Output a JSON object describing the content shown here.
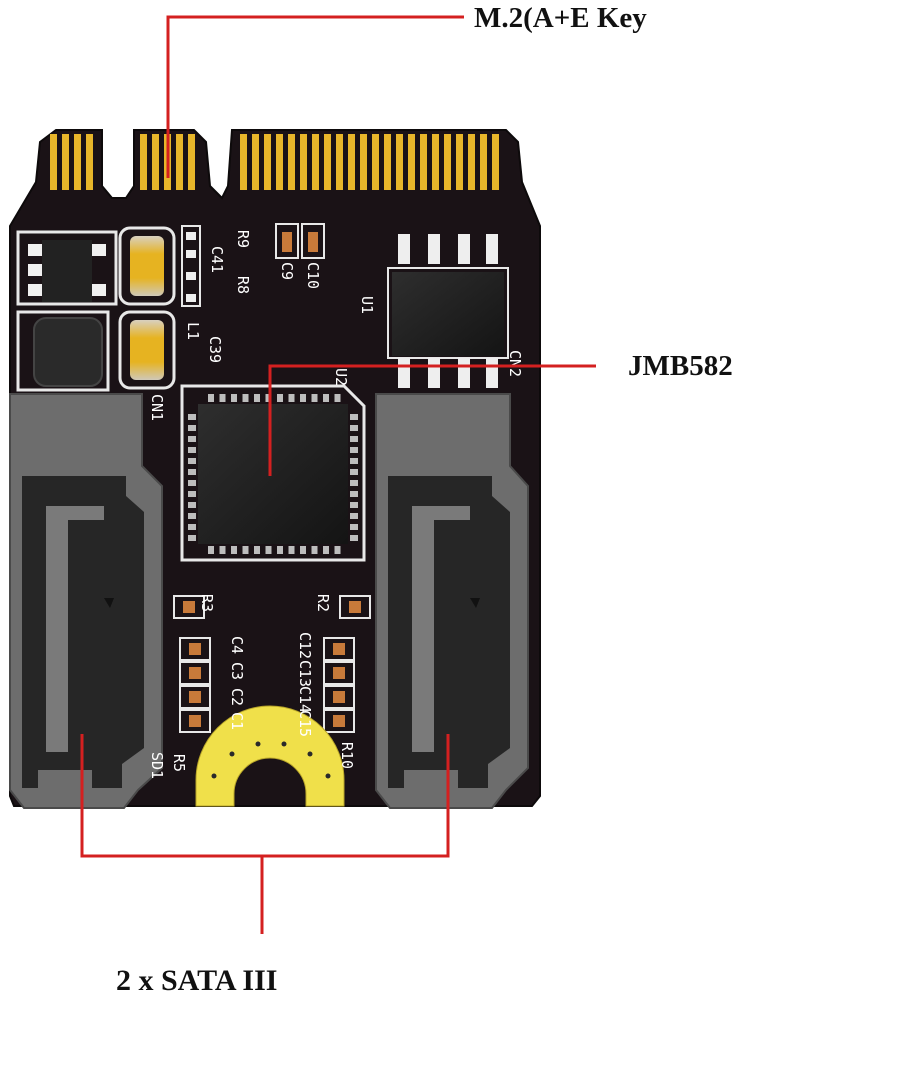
{
  "labels": {
    "m2_key": "M.2(A+E Key",
    "controller": "JMB582",
    "sata_ports": "2 x SATA III"
  },
  "silkscreen": {
    "r9": "R9",
    "r8": "R8",
    "c41": "C41",
    "c10": "C10",
    "c9": "C9",
    "l1": "L1",
    "c39": "C39",
    "u1": "U1",
    "u2": "U2",
    "cn1": "CN1",
    "cn2": "CN2",
    "r3": "R3",
    "r2": "R2",
    "c4": "C4",
    "c3": "C3",
    "c2": "C2",
    "c1": "C1",
    "c12": "C12",
    "c13": "C13",
    "c14": "C14",
    "c15": "C15",
    "r5": "R5",
    "sd1": "SD1",
    "r10": "R10"
  },
  "colors": {
    "pcb": "#1a1216",
    "gold": "#e8b62a",
    "connector_gray": "#6d6d6d",
    "connector_dark": "#2a2a2a",
    "callout_red": "#d42020",
    "silkscreen": "#ffffff"
  }
}
